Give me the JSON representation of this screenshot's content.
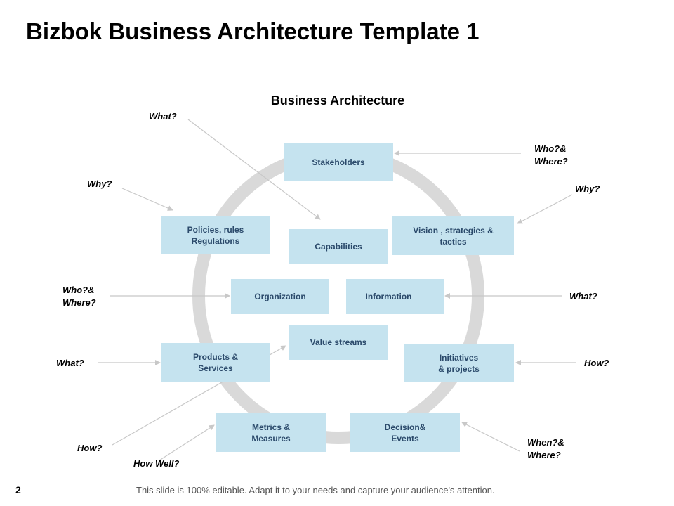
{
  "title": "Bizbok Business Architecture Template 1",
  "subtitle": "Business Architecture",
  "boxes": {
    "stakeholders": "Stakeholders",
    "policies": "Policies, rules\nRegulations",
    "capabilities": "Capabilities",
    "vision": "Vision , strategies &\ntactics",
    "organization": "Organization",
    "information": "Information",
    "value_streams": "Value streams",
    "products": "Products &\nServices",
    "initiatives": "Initiatives\n& projects",
    "metrics": "Metrics &\nMeasures",
    "decision": "Decision&\nEvents"
  },
  "questions": {
    "what_top": "What?",
    "who_where_top": "Who?&\nWhere?",
    "why_left": "Why?",
    "why_right": "Why?",
    "who_where_left": "Who?&\nWhere?",
    "what_right": "What?",
    "what_left": "What?",
    "how_right": "How?",
    "how_left": "How?",
    "how_well": "How Well?",
    "when_where": "When?&\nWhere?"
  },
  "page_number": "2",
  "footer": "This slide is 100% editable. Adapt it to your needs and capture your audience's attention.",
  "colors": {
    "box_fill": "#c5e3ef",
    "box_text": "#2b4a6b",
    "ring": "#d9d9d9",
    "arrow": "#c8c8c8"
  }
}
